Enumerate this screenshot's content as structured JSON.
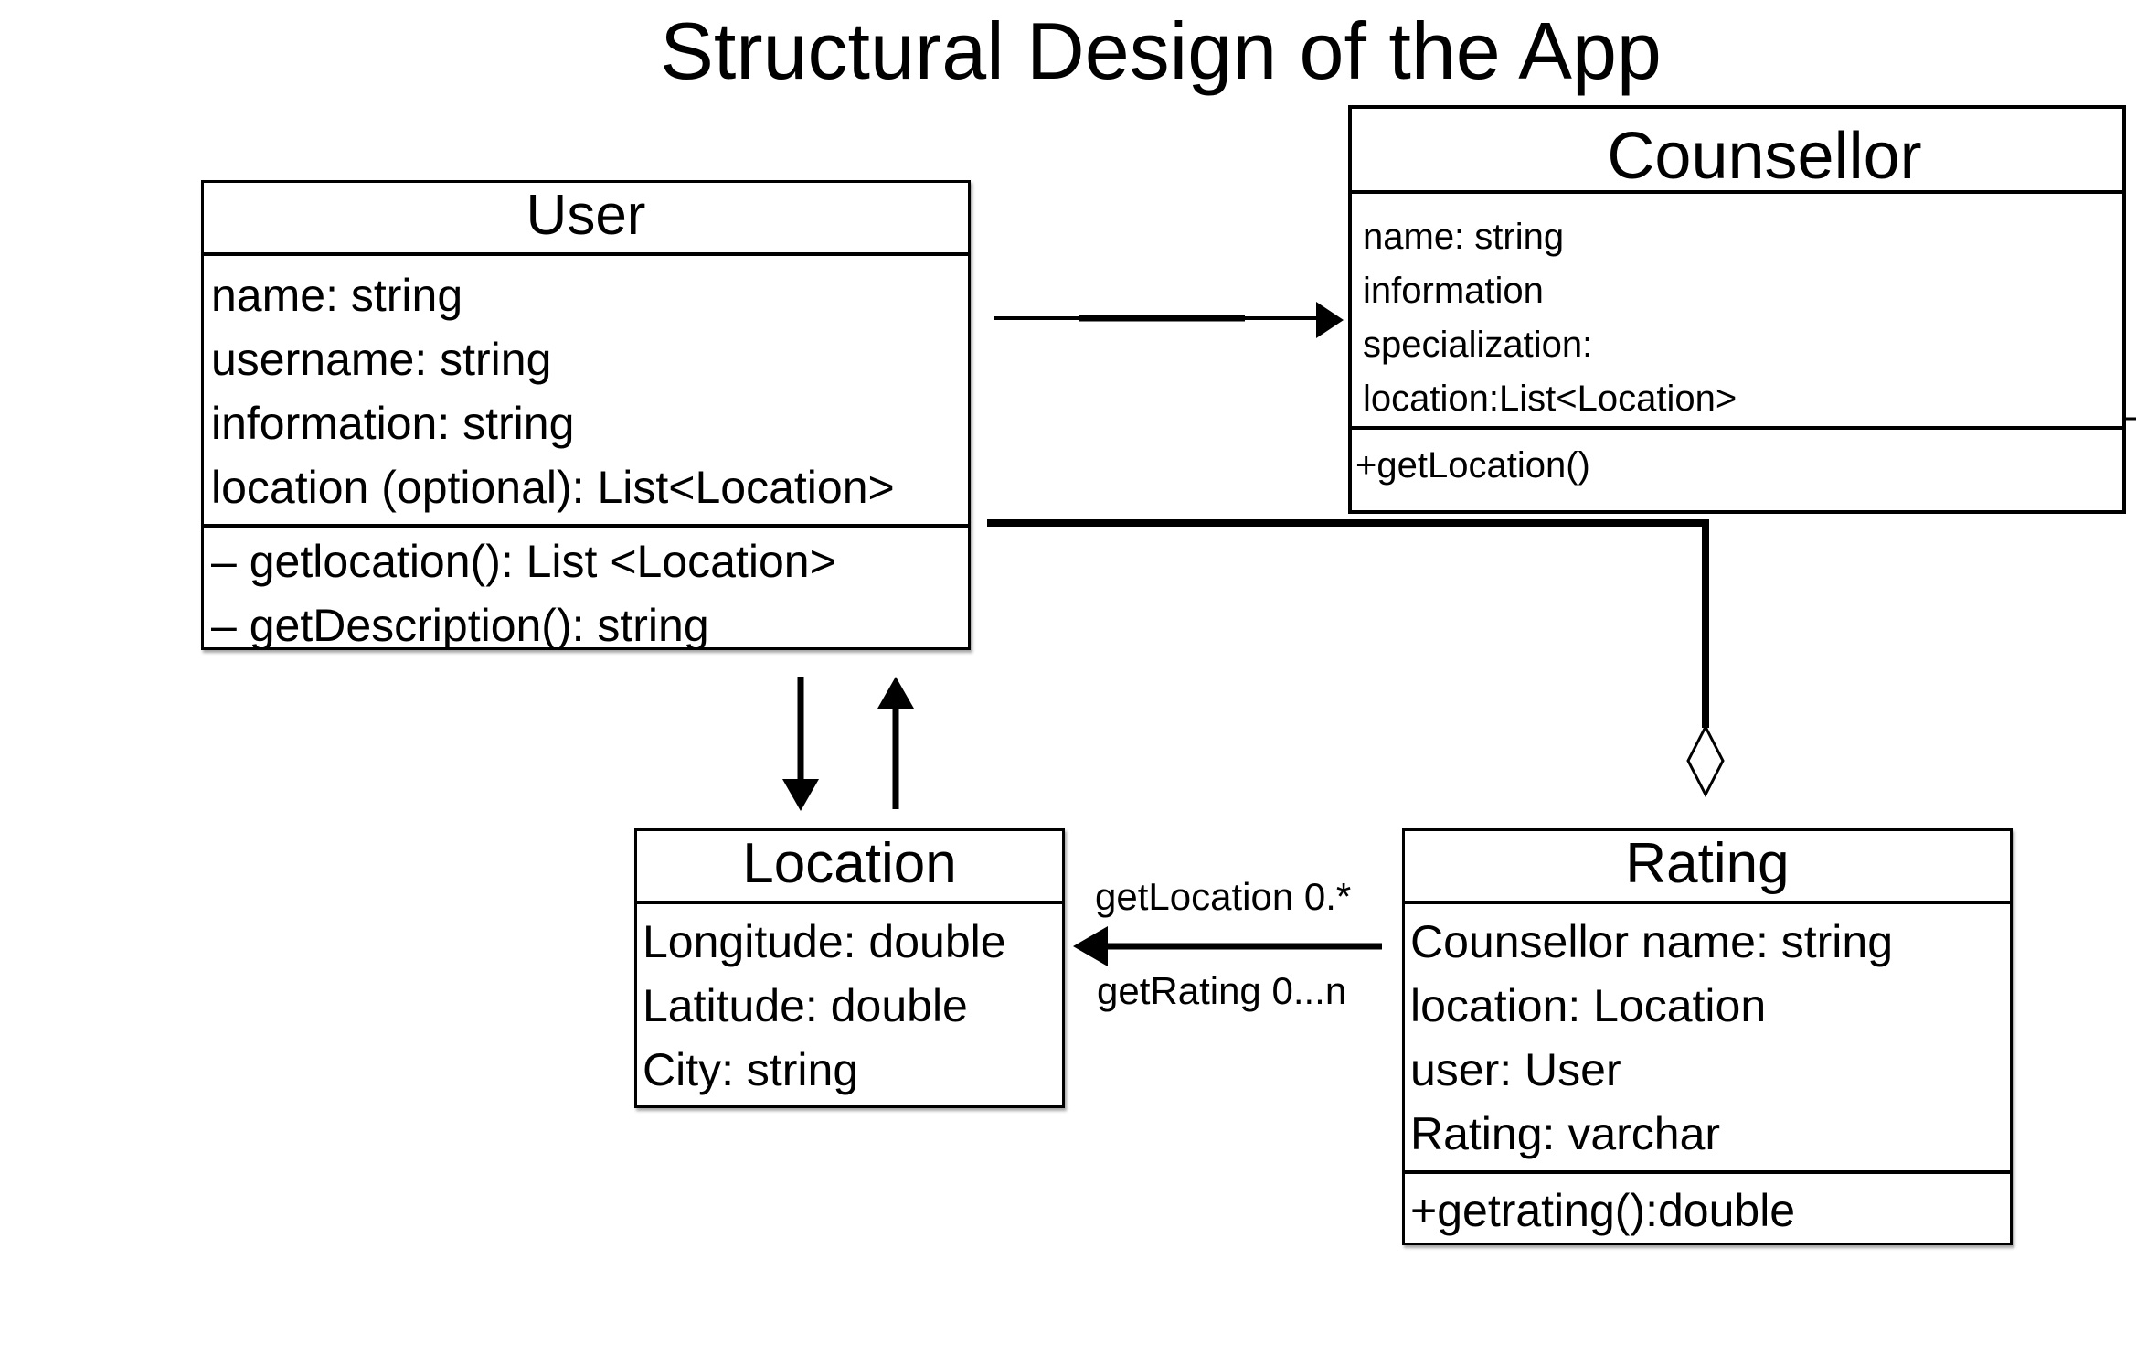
{
  "title": "Structural Design of the App",
  "classes": {
    "user": {
      "name": "User",
      "attributes": [
        "name: string",
        "username: string",
        "information: string",
        "location (optional): List<Location>"
      ],
      "operations": [
        "– getlocation(): List <Location>",
        "– getDescription(): string"
      ]
    },
    "counsellor": {
      "name": "Counsellor",
      "attributes": [
        "name: string",
        "information",
        "specialization:",
        "location:List<Location>"
      ],
      "operations": [
        "+getLocation()"
      ]
    },
    "location": {
      "name": "Location",
      "attributes": [
        "Longitude: double",
        "Latitude: double",
        "City: string"
      ]
    },
    "rating": {
      "name": "Rating",
      "attributes": [
        "Counsellor name: string",
        "location: Location",
        "user: User",
        "Rating: varchar"
      ],
      "operations": [
        "+getrating():double"
      ]
    }
  },
  "relationships": {
    "rating_to_location": {
      "label_top": "getLocation 0.*",
      "label_bottom": "getRating 0...n"
    }
  }
}
